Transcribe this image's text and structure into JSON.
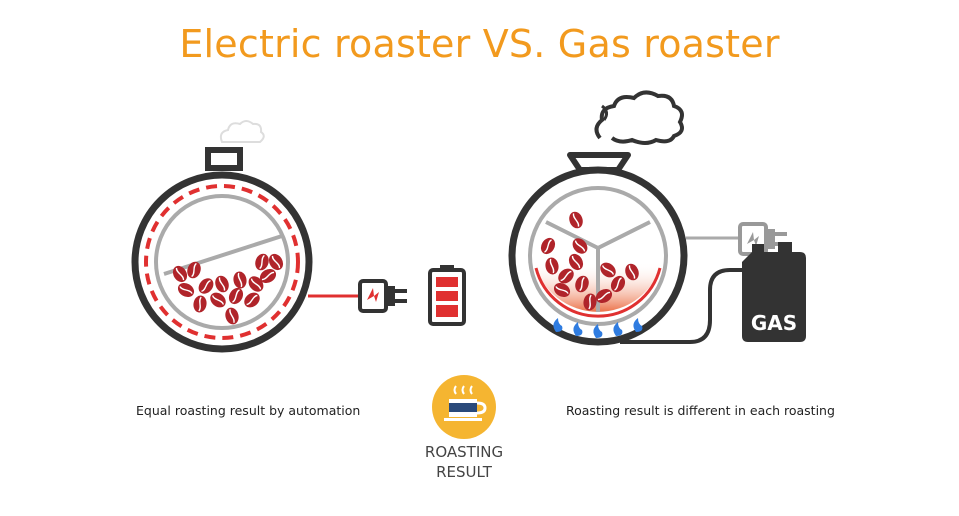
{
  "title": "Electric roaster VS. Gas roaster",
  "electric": {
    "caption": "Equal roasting result by automation"
  },
  "gas": {
    "caption": "Roasting result is different in each roasting",
    "can_label": "GAS"
  },
  "result": {
    "line1": "ROASTING",
    "line2": "RESULT"
  },
  "colors": {
    "title": "#f29a1e",
    "outline": "#333333",
    "heat_red": "#e03030",
    "bean": "#b0242a",
    "flame": "#2f7ce0",
    "inner_gray": "#aaaaaa",
    "badge": "#f5b531"
  },
  "icons": {
    "plug": "plug-icon",
    "battery": "battery-icon",
    "gas_can": "gas-can-icon",
    "coffee": "coffee-cup-icon",
    "steam": "steam-cloud-icon",
    "flame": "flame-icon"
  }
}
